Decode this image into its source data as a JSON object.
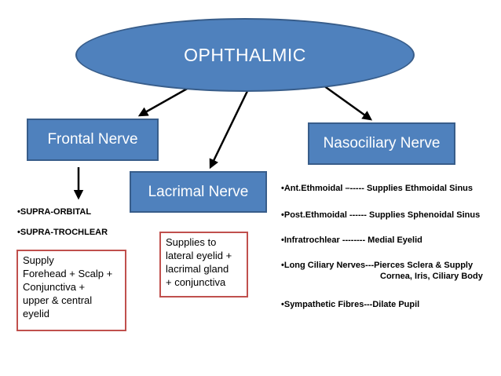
{
  "title": "OPHTHALMIC",
  "branches": {
    "frontal": {
      "label": "Frontal Nerve",
      "sub": [
        "•SUPRA-ORBITAL",
        "•SUPRA-TROCHLEAR"
      ],
      "supply": [
        "Supply",
        "Forehead + Scalp +",
        "Conjunctiva +",
        "upper & central",
        "eyelid"
      ]
    },
    "lacrimal": {
      "label": "Lacrimal Nerve",
      "supply": [
        "Supplies to",
        "lateral eyelid  +",
        "lacrimal gland",
        "+ conjunctiva"
      ]
    },
    "nasociliary": {
      "label": "Nasociliary Nerve",
      "items": [
        {
          "line1": "•Ant.Ethmoidal –----- Supplies Ethmoidal Sinus"
        },
        {
          "line1": "•Post.Ethmoidal ------ Supplies Sphenoidal Sinus"
        },
        {
          "line1": "•Infratrochlear  -------- Medial Eyelid"
        },
        {
          "line1": "•Long Ciliary Nerves---Pierces Sclera & Supply",
          "line2": "Cornea, Iris, Ciliary Body"
        },
        {
          "line1": "•Sympathetic Fibres---Dilate Pupil"
        }
      ]
    }
  },
  "colors": {
    "node_fill": "#4f81bd",
    "node_border": "#385d8a",
    "desc_border": "#c0504d",
    "arrow": "#000000"
  }
}
